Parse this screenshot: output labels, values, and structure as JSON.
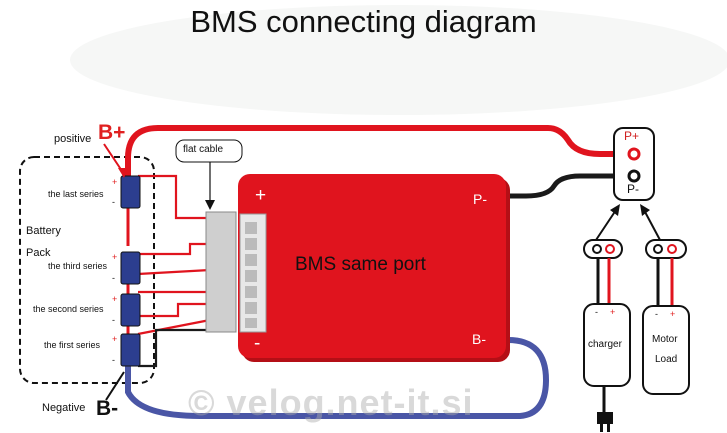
{
  "title": "BMS connecting diagram",
  "battery": {
    "positive_terminal": "B+",
    "negative_terminal": "B-",
    "positive_label": "positive",
    "negative_label": "Negative",
    "pack_label_1": "Battery",
    "pack_label_2": "Pack",
    "series": [
      "the last series",
      "the third series",
      "the second series",
      "the first series"
    ],
    "plus_sign": "+",
    "minus_sign": "-"
  },
  "flat_cable_label": "flat cable",
  "bms": {
    "label": "BMS same port",
    "plus": "+",
    "minus": "-",
    "p_minus": "P-",
    "b_minus": "B-"
  },
  "output_port": {
    "p_plus": "P+",
    "p_minus": "P-"
  },
  "charger": {
    "label": "charger",
    "plus": "+",
    "minus": "-"
  },
  "motor_load": {
    "label_1": "Motor",
    "label_2": "Load",
    "plus": "+",
    "minus": "-"
  },
  "watermark": "© velog.net-it.si",
  "colors": {
    "bms_red": "#e0141e",
    "wire_red": "#e0141e",
    "wire_black": "#1a1a1a",
    "wire_blue": "#4a56a6",
    "cell_blue": "#2c3e8f"
  }
}
